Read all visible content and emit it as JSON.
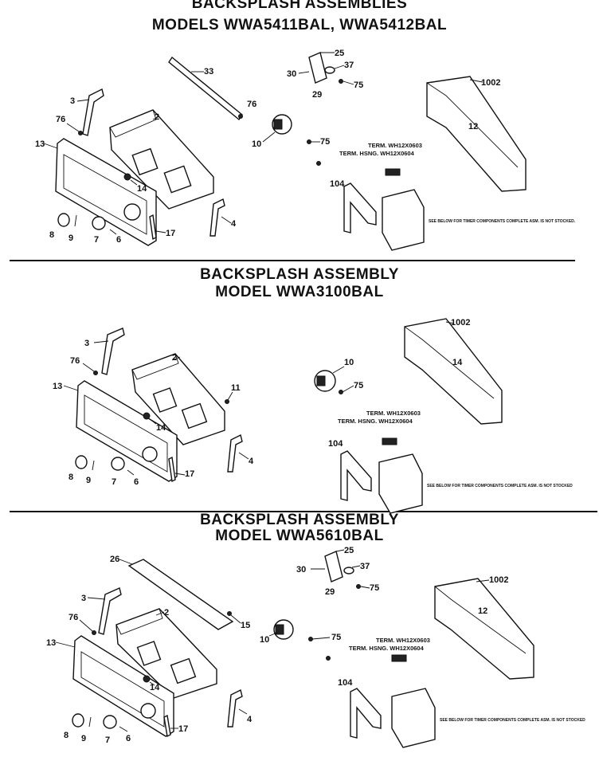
{
  "sections": [
    {
      "title_line1": "BACKSPLASH ASSEMBLIES",
      "title_line2": "MODELS WWA5411BAL, WWA5412BAL",
      "labels": [
        "33",
        "25",
        "37",
        "30",
        "75",
        "29",
        "1002",
        "3",
        "76",
        "2",
        "76",
        "10",
        "75",
        "12",
        "13",
        "TERM. WH12X0603",
        "TERM. HSNG. WH12X0604",
        "14",
        "104",
        "4",
        "8",
        "9",
        "7",
        "6",
        "17"
      ],
      "note": "SEE BELOW FOR TIMER COMPONENTS COMPLETE ASM. IS NOT STOCKED."
    },
    {
      "title_line1": "BACKSPLASH ASSEMBLY",
      "title_line2": "MODEL WWA3100BAL",
      "labels": [
        "1002",
        "3",
        "2",
        "76",
        "14",
        "10",
        "11",
        "75",
        "13",
        "TERM. WH12X0603",
        "TERM. HSNG. WH12X0604",
        "14",
        "104",
        "4",
        "8",
        "9",
        "7",
        "6",
        "17"
      ],
      "note": "SEE BELOW FOR TIMER COMPONENTS COMPLETE ASM. IS NOT STOCKED"
    },
    {
      "title_line1": "BACKSPLASH ASSEMBLY",
      "title_line2": "MODEL WWA5610BAL",
      "labels": [
        "25",
        "26",
        "37",
        "30",
        "75",
        "29",
        "1002",
        "3",
        "2",
        "15",
        "12",
        "76",
        "10",
        "75",
        "TERM. WH12X0603",
        "TERM. HSNG. WH12X0604",
        "13",
        "14",
        "104",
        "4",
        "8",
        "9",
        "7",
        "6",
        "17"
      ],
      "note": "SEE BELOW FOR TIMER COMPONENTS COMPLETE ASM. IS NOT STOCKED"
    }
  ]
}
